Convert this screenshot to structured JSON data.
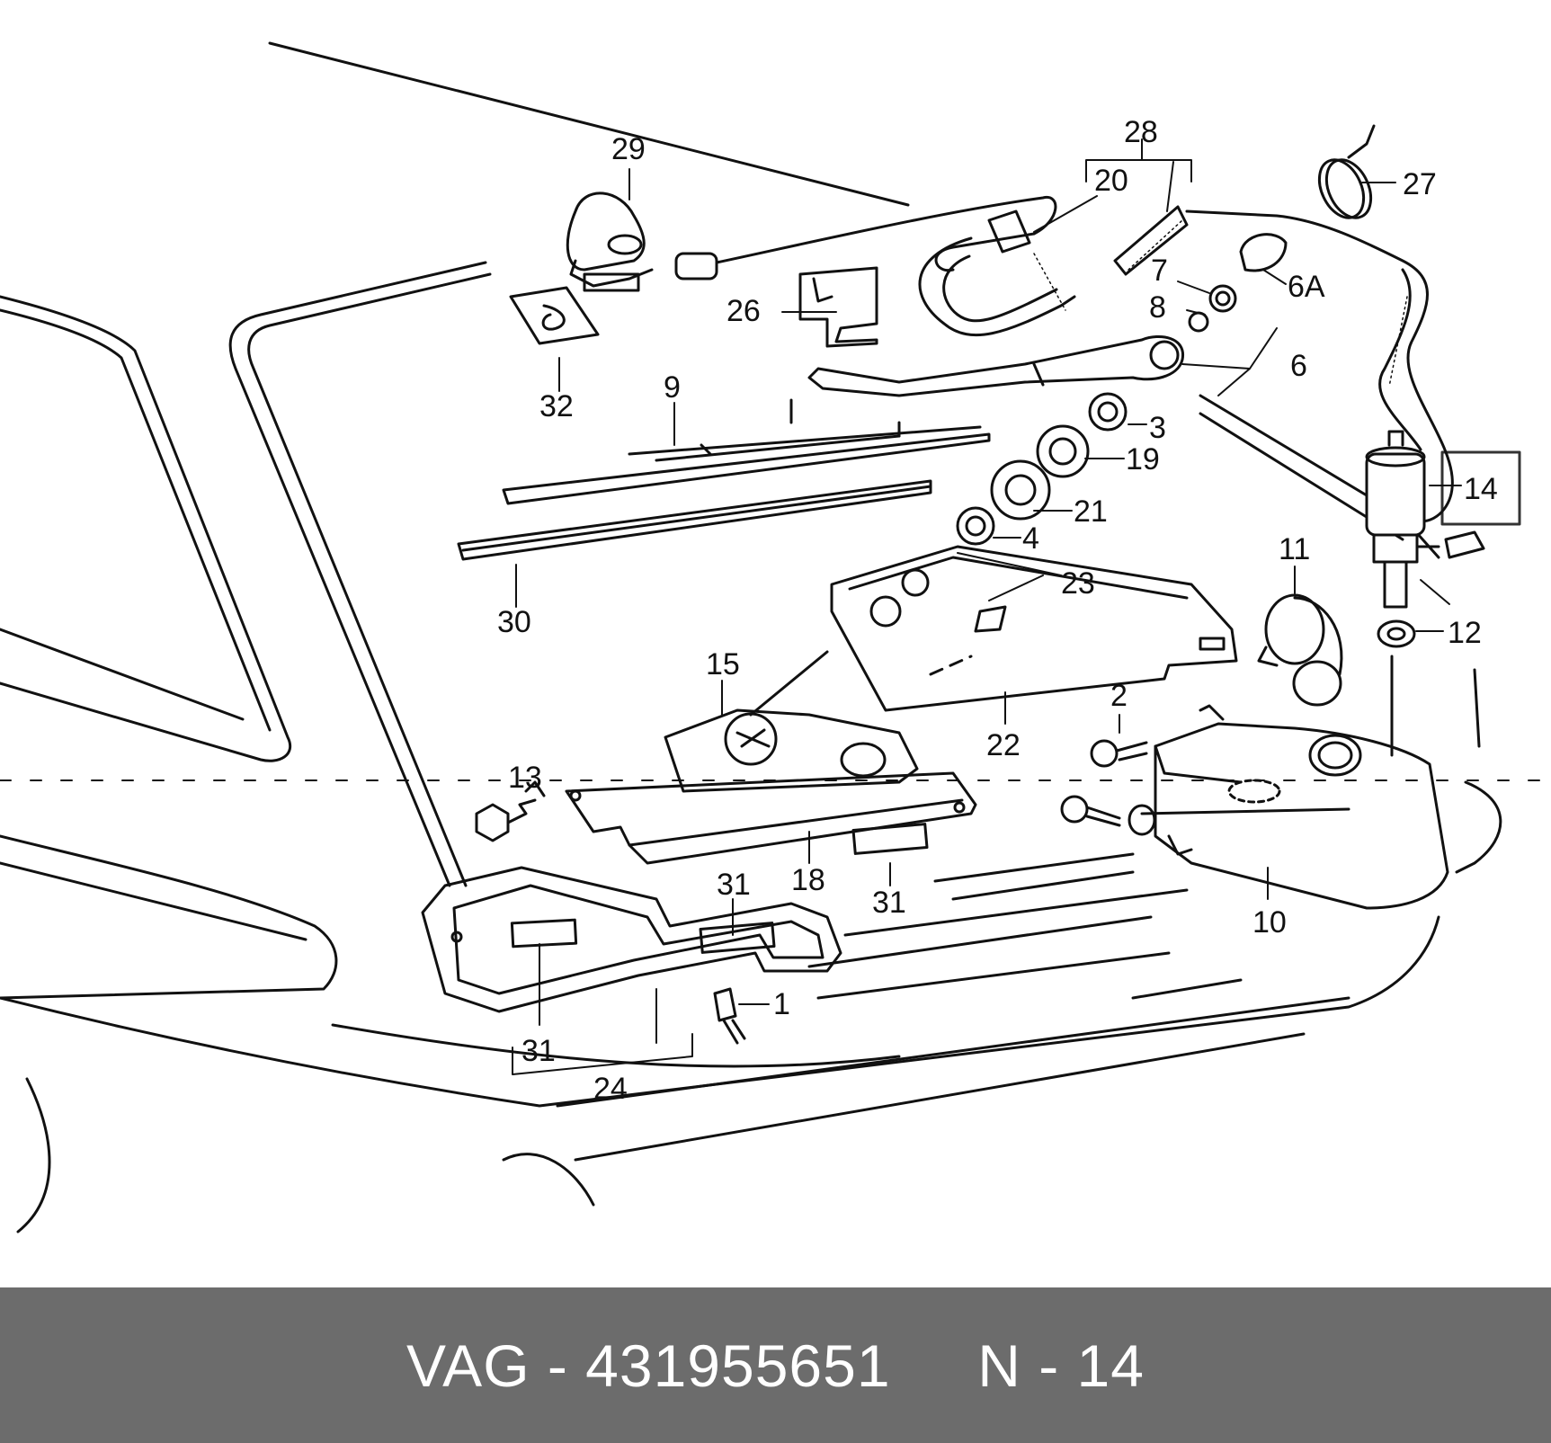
{
  "highlight": {
    "color": "#f0797c",
    "label": "14"
  },
  "footer": {
    "text": "VAG - 431955651     N - 14",
    "background": "#6c6c6c"
  },
  "callouts": {
    "c29": "29",
    "c28": "28",
    "c20": "20",
    "c27": "27",
    "c7": "7",
    "c6a": "6A",
    "c26": "26",
    "c8": "8",
    "c32": "32",
    "c9": "9",
    "c6": "6",
    "c3": "3",
    "c19": "19",
    "c14": "14",
    "c21": "21",
    "c4": "4",
    "c11": "11",
    "c23": "23",
    "c30": "30",
    "c12": "12",
    "c15": "15",
    "c2": "2",
    "c22": "22",
    "c13": "13",
    "c18": "18",
    "c31a": "31",
    "c31b": "31",
    "c10": "10",
    "c1": "1",
    "c31c": "31",
    "c24": "24"
  }
}
